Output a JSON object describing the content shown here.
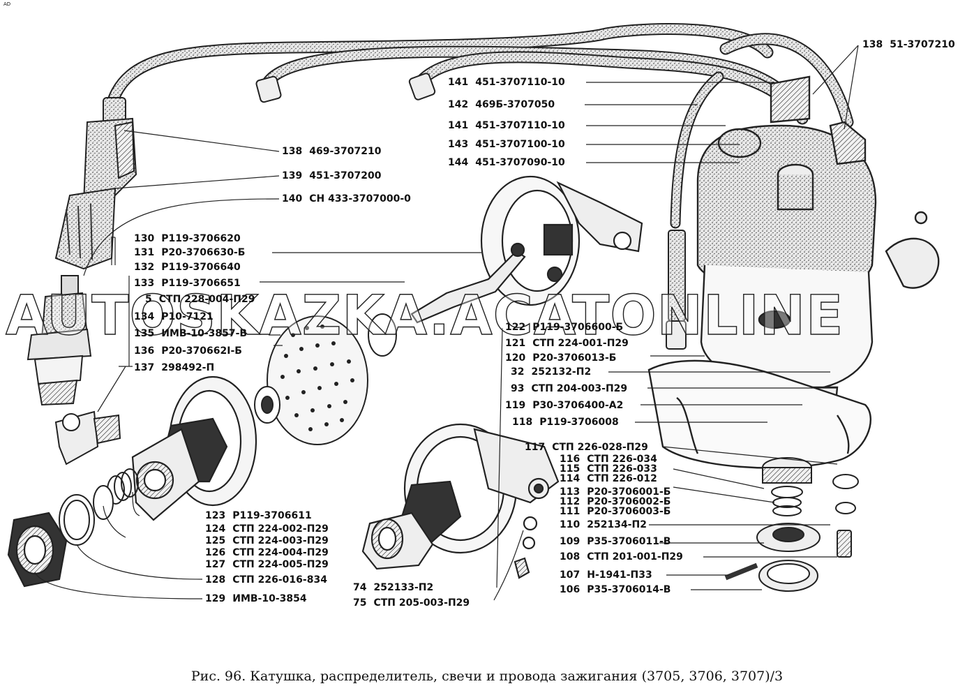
{
  "corner_mark": "AD",
  "watermark": "AUTOSKAZKA.ACATONLINE",
  "caption": "Рис. 96. Катушка, распределитель, свечи и провода зажигания (3705, 3706, 3707)/3",
  "labels": [
    {
      "id": "l138a",
      "num": "138",
      "code": "51-3707210"
    },
    {
      "id": "l141a",
      "num": "141",
      "code": "451-3707110-10"
    },
    {
      "id": "l142",
      "num": "142",
      "code": "469Б-3707050"
    },
    {
      "id": "l141b",
      "num": "141",
      "code": "451-3707110-10"
    },
    {
      "id": "l143",
      "num": "143",
      "code": "451-3707100-10"
    },
    {
      "id": "l144",
      "num": "144",
      "code": "451-3707090-10"
    },
    {
      "id": "l138b",
      "num": "138",
      "code": "469-3707210"
    },
    {
      "id": "l139",
      "num": "139",
      "code": "451-3707200"
    },
    {
      "id": "l140",
      "num": "140",
      "code": "СН 433-3707000-0"
    },
    {
      "id": "l130",
      "num": "130",
      "code": "Р119-3706620"
    },
    {
      "id": "l131",
      "num": "131",
      "code": "Р20-3706630-Б"
    },
    {
      "id": "l132",
      "num": "132",
      "code": "Р119-3706640"
    },
    {
      "id": "l133",
      "num": "133",
      "code": "Р119-3706651"
    },
    {
      "id": "l5",
      "num": "5",
      "code": "СТП 228-004-П29"
    },
    {
      "id": "l134",
      "num": "134",
      "code": "Р10-7121"
    },
    {
      "id": "l135",
      "num": "135",
      "code": "ИМВ-10-3857-В"
    },
    {
      "id": "l136",
      "num": "136",
      "code": "Р20-370662I-Б"
    },
    {
      "id": "l137",
      "num": "137",
      "code": "298492-П"
    },
    {
      "id": "l122",
      "num": "122",
      "code": "Р119-3706600-Б"
    },
    {
      "id": "l121",
      "num": "121",
      "code": "СТП 224-001-П29"
    },
    {
      "id": "l120",
      "num": "120",
      "code": "Р20-3706013-Б"
    },
    {
      "id": "l32",
      "num": "32",
      "code": "252132-П2"
    },
    {
      "id": "l93",
      "num": "93",
      "code": "СТП 204-003-П29"
    },
    {
      "id": "l119",
      "num": "119",
      "code": "Р30-3706400-А2"
    },
    {
      "id": "l118",
      "num": "118",
      "code": "Р119-3706008"
    },
    {
      "id": "l117",
      "num": "117",
      "code": "СТП 226-028-П29"
    },
    {
      "id": "l116",
      "num": "116",
      "code": "СТП 226-034"
    },
    {
      "id": "l115",
      "num": "115",
      "code": "СТП 226-033"
    },
    {
      "id": "l114",
      "num": "114",
      "code": "СТП 226-012"
    },
    {
      "id": "l113",
      "num": "113",
      "code": "Р20-3706001-Б"
    },
    {
      "id": "l112",
      "num": "112",
      "code": "Р20-3706002-Б"
    },
    {
      "id": "l111",
      "num": "111",
      "code": "Р20-3706003-Б"
    },
    {
      "id": "l110",
      "num": "110",
      "code": "252134-П2"
    },
    {
      "id": "l109",
      "num": "109",
      "code": "Р35-3706011-В"
    },
    {
      "id": "l108",
      "num": "108",
      "code": "СТП 201-001-П29"
    },
    {
      "id": "l107",
      "num": "107",
      "code": "Н-1941-П33"
    },
    {
      "id": "l106",
      "num": "106",
      "code": "Р35-3706014-В"
    },
    {
      "id": "l123",
      "num": "123",
      "code": "Р119-3706611"
    },
    {
      "id": "l124",
      "num": "124",
      "code": "СТП 224-002-П29"
    },
    {
      "id": "l125",
      "num": "125",
      "code": "СТП 224-003-П29"
    },
    {
      "id": "l126",
      "num": "126",
      "code": "СТП 224-004-П29"
    },
    {
      "id": "l127",
      "num": "127",
      "code": "СТП 224-005-П29"
    },
    {
      "id": "l128",
      "num": "128",
      "code": "СТП 226-016-834"
    },
    {
      "id": "l129",
      "num": "129",
      "code": "ИМВ-10-3854"
    },
    {
      "id": "l74",
      "num": "74",
      "code": "252133-П2"
    },
    {
      "id": "l75",
      "num": "75",
      "code": "СТП 205-003-П29"
    }
  ]
}
